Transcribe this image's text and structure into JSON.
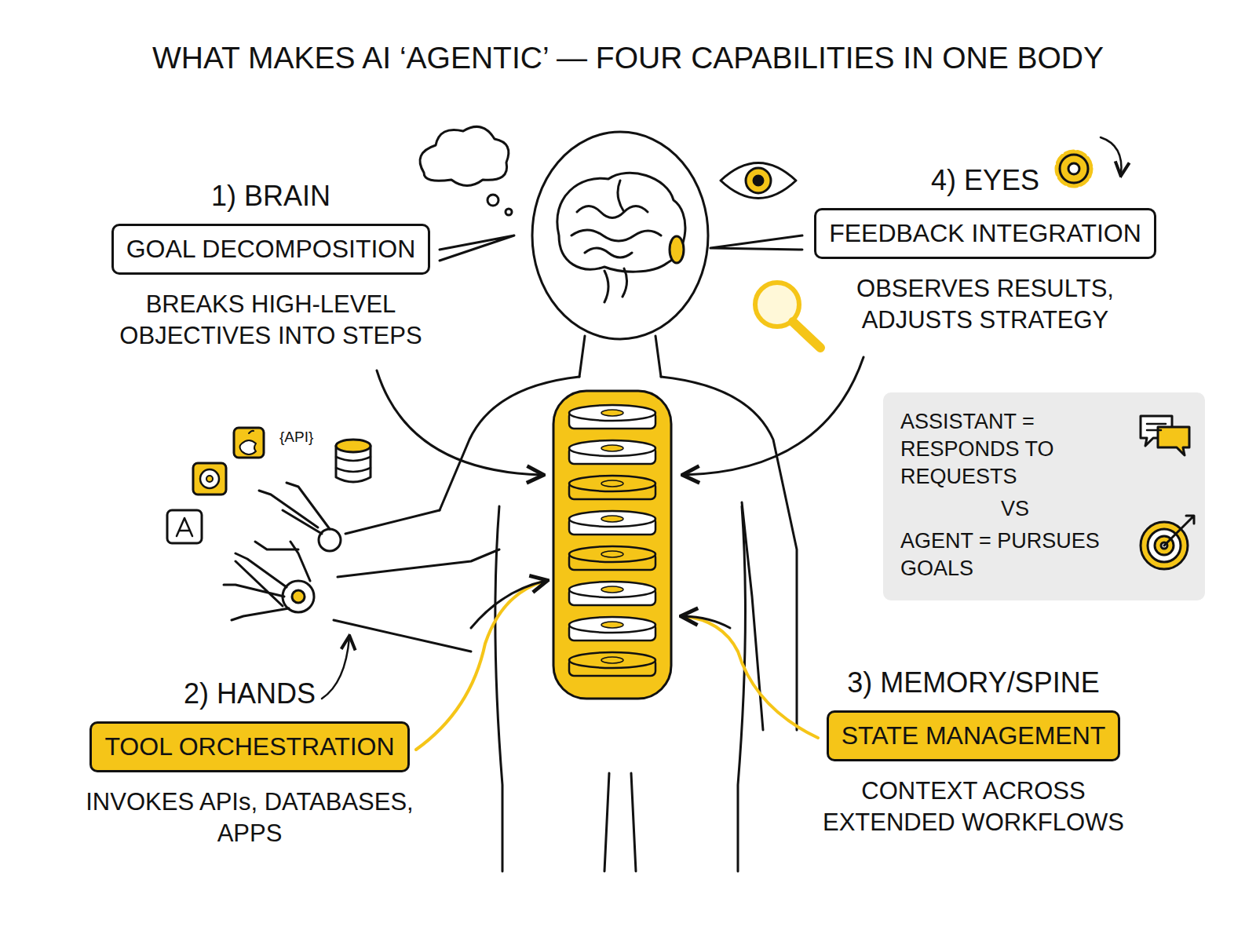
{
  "diagram": {
    "title": "WHAT MAKES AI ‘AGENTIC’ — FOUR CAPABILITIES IN ONE BODY",
    "nodes": [
      {
        "text": [
          "1) BRAIN",
          "GOAL DECOMPOSITION",
          "BREAKS HIGH-LEVEL OBJECTIVES INTO STEPS"
        ]
      },
      {
        "text": [
          "4) EYES",
          "FEEDBACK INTEGRATION",
          "OBSERVES RESULTS, ADJUSTS STRATEGY"
        ]
      },
      {
        "text": [
          "ASSISTANT = RESPONDS TO REQUESTS",
          "VS",
          "AGENT = PURSUES GOALS"
        ]
      },
      {
        "text": [
          "2) HANDS",
          "TOOL ORCHESTRATION",
          "INVOKES APIs, DATABASES, APPS"
        ]
      },
      {
        "text": [
          "3) MEMORY/SPINE",
          "STATE MANAGEMENT",
          "CONTEXT ACROSS EXTENDED WORKFLOWS"
        ]
      }
    ],
    "labels": [
      "{API}"
    ]
  }
}
